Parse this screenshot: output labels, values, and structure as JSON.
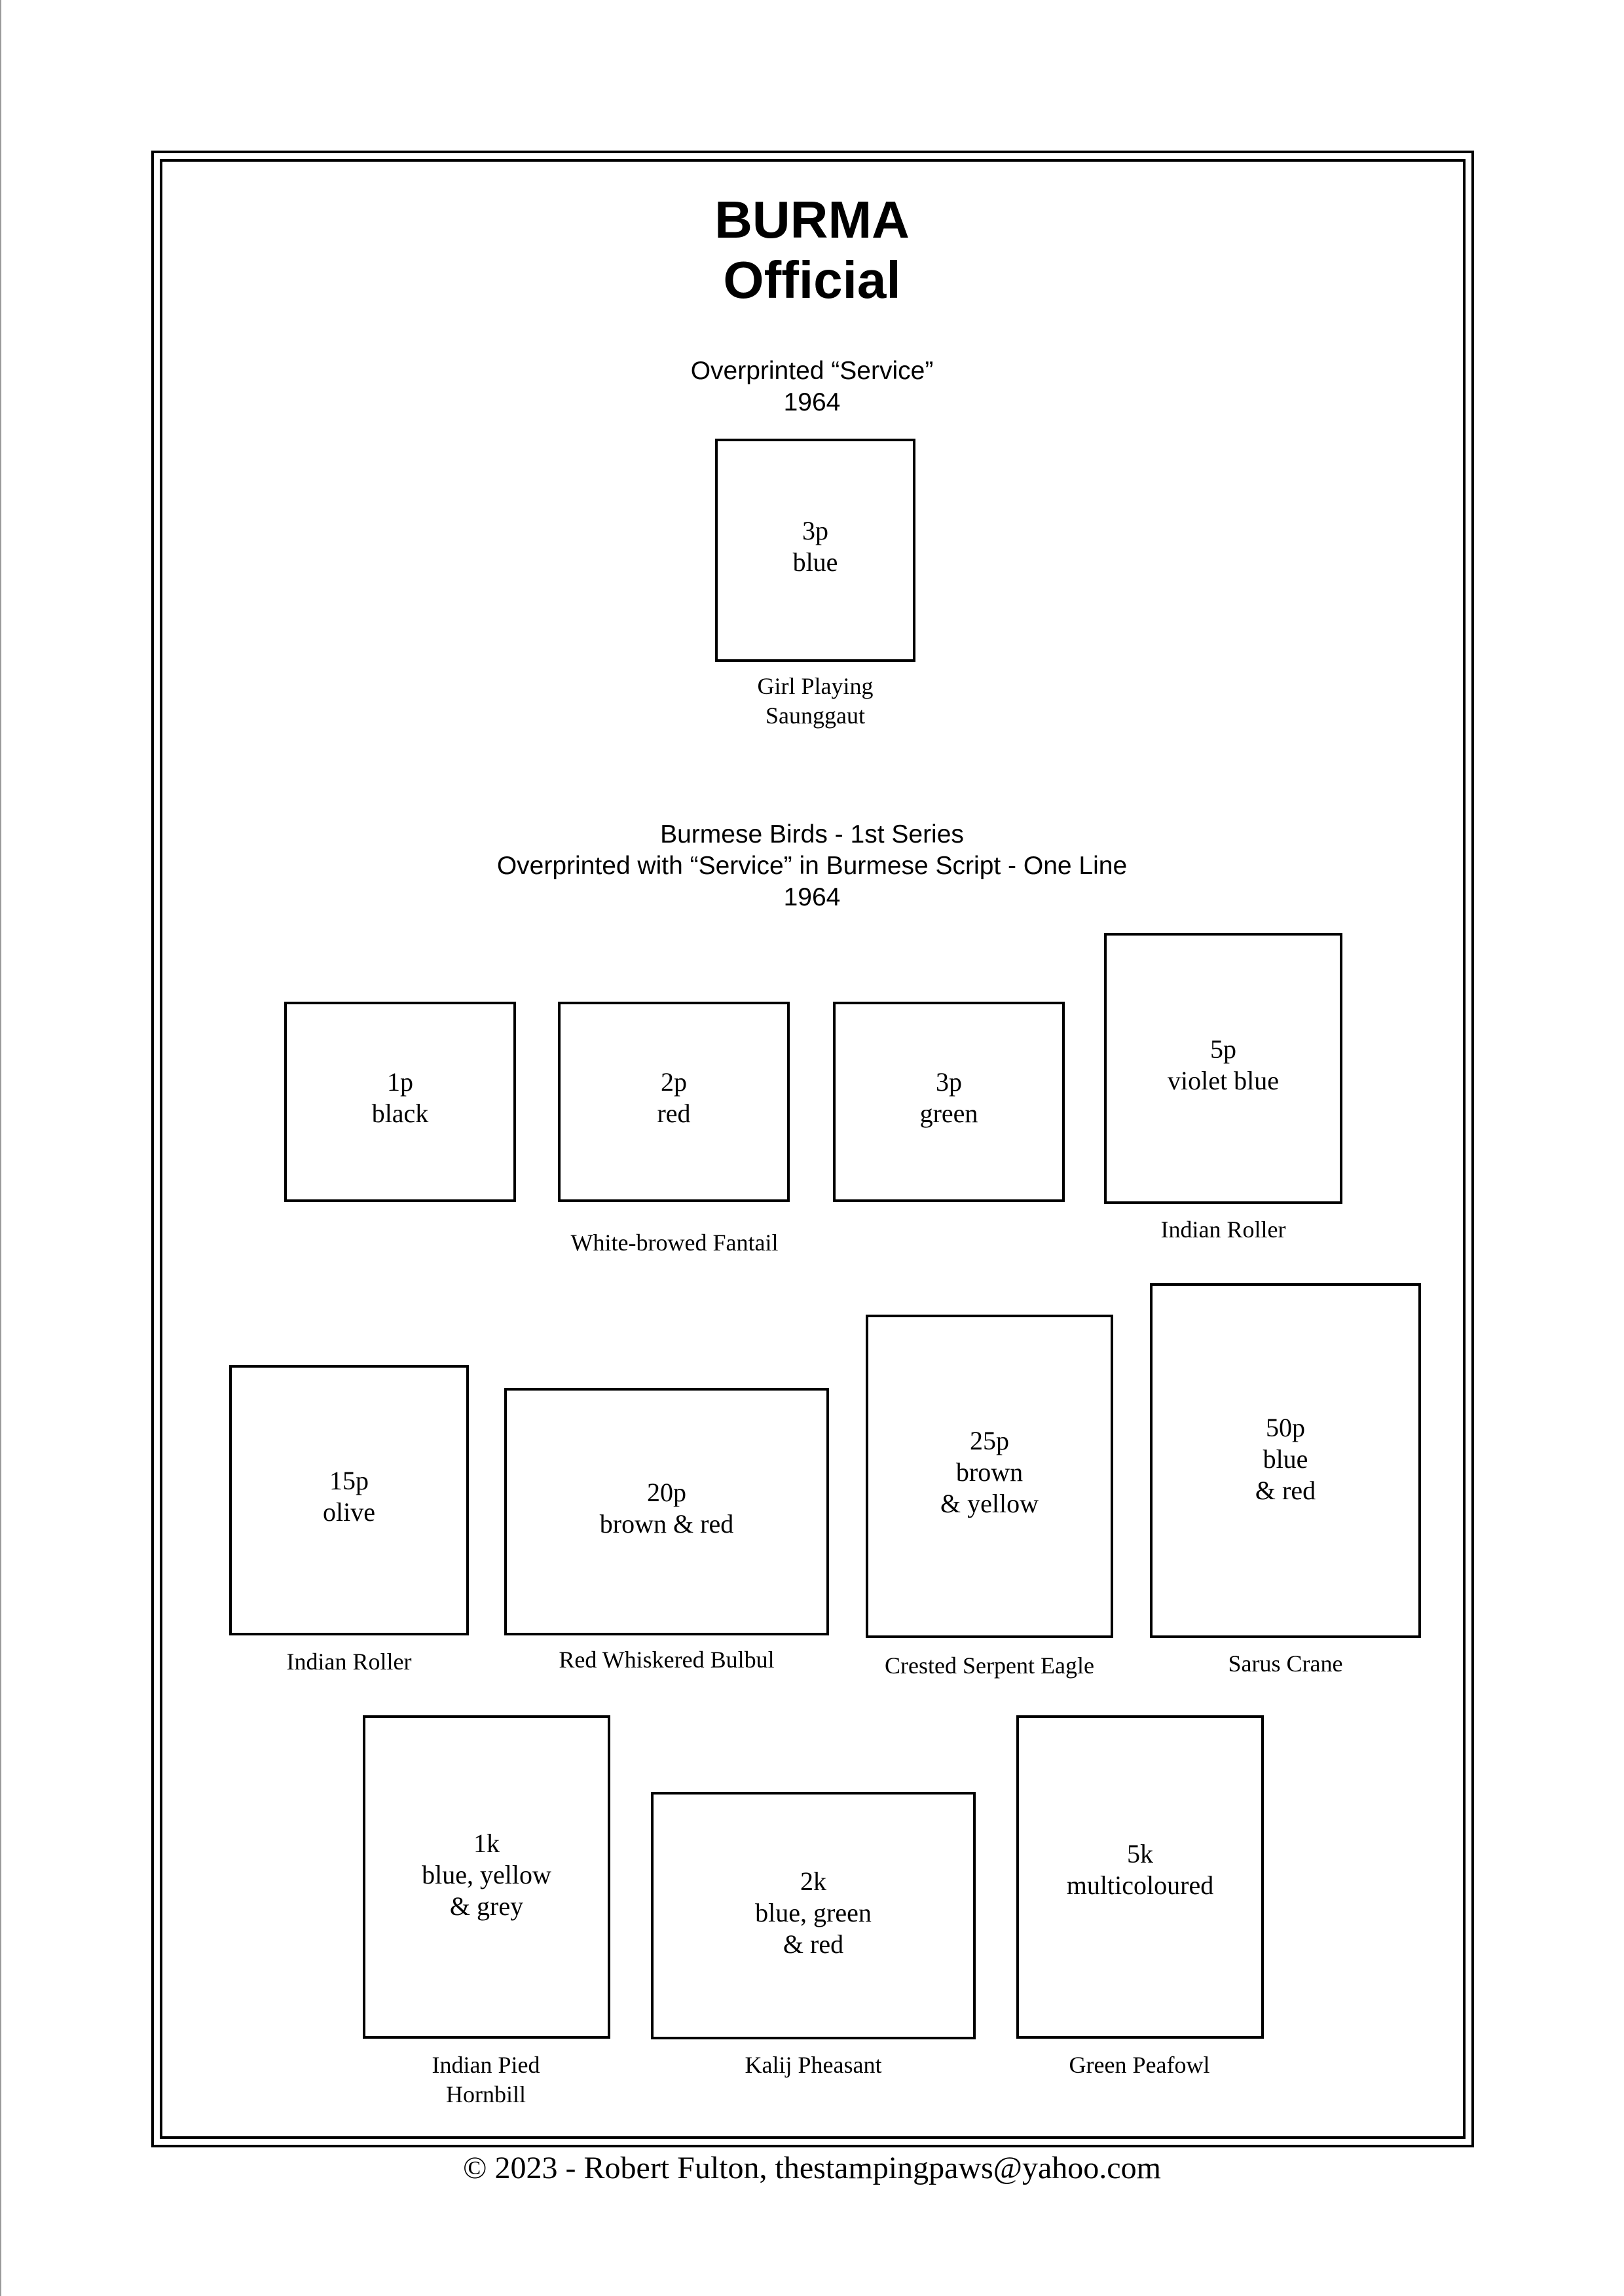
{
  "header": {
    "country": "BURMA",
    "category": "Official"
  },
  "section1": {
    "line1": "Overprinted “Service”",
    "year": "1964",
    "stamps": [
      {
        "value": "3p",
        "colour": "blue"
      }
    ],
    "captions": [
      {
        "line1": "Girl Playing",
        "line2": "Saunggaut"
      }
    ]
  },
  "section2": {
    "line1": "Burmese Birds - 1st Series",
    "line2": "Overprinted with “Service” in Burmese Script - One Line",
    "year": "1964",
    "stamps": [
      {
        "value": "1p",
        "colour": "black"
      },
      {
        "value": "2p",
        "colour": "red"
      },
      {
        "value": "3p",
        "colour": "green"
      },
      {
        "value": "5p",
        "colour": "violet blue"
      },
      {
        "value": "15p",
        "colour": "olive"
      },
      {
        "value": "20p",
        "colour": "brown & red"
      },
      {
        "value": "25p",
        "colour1": "brown",
        "colour2": "& yellow"
      },
      {
        "value": "50p",
        "colour1": "blue",
        "colour2": "& red"
      },
      {
        "value": "1k",
        "colour1": "blue, yellow",
        "colour2": "& grey"
      },
      {
        "value": "2k",
        "colour1": "blue, green",
        "colour2": "& red"
      },
      {
        "value": "5k",
        "colour": "multicoloured"
      }
    ],
    "captions": {
      "fantail": "White-browed Fantail",
      "roller_5p": "Indian Roller",
      "roller_15p": "Indian Roller",
      "bulbul": "Red Whiskered Bulbul",
      "eagle": "Crested Serpent Eagle",
      "crane": "Sarus Crane",
      "hornbill_line1": "Indian Pied",
      "hornbill_line2": "Hornbill",
      "pheasant": "Kalij Pheasant",
      "peafowl": "Green Peafowl"
    }
  },
  "footer": {
    "text": "© 2023 -  Robert Fulton, thestampingpaws@yahoo.com"
  }
}
